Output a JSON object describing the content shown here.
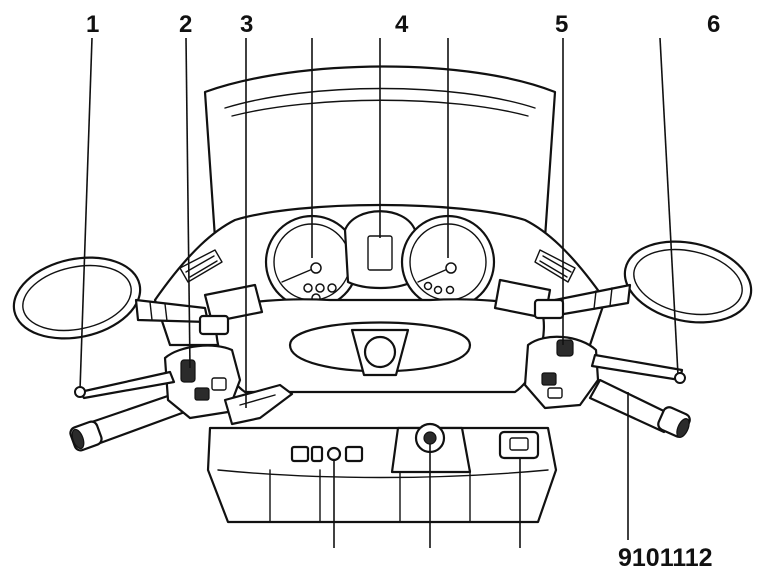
{
  "figure": {
    "callouts": [
      {
        "id": "1",
        "label": "1"
      },
      {
        "id": "2",
        "label": "2"
      },
      {
        "id": "3",
        "label": "3"
      },
      {
        "id": "4",
        "label": "4"
      },
      {
        "id": "5",
        "label": "5"
      },
      {
        "id": "6",
        "label": "6"
      }
    ],
    "figure_id": "9101112"
  }
}
